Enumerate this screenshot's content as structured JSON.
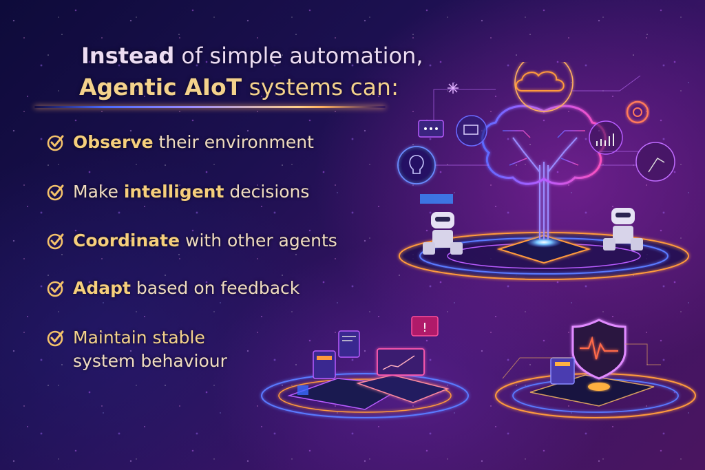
{
  "heading": {
    "line1_bold": "Instead",
    "line1_rest": " of simple automation,",
    "line2_bold": "Agentic AIoT",
    "line2_rest": " systems can:"
  },
  "capabilities": [
    {
      "bold": "Observe",
      "rest": " their environment",
      "icon": "check-circle-icon"
    },
    {
      "pre": "Make ",
      "bold": "intelligent",
      "rest": " decisions",
      "icon": "check-circle-icon"
    },
    {
      "bold": "Coordinate",
      "rest": " with other agents",
      "icon": "check-circle-icon"
    },
    {
      "bold": "Adapt",
      "rest": " based on feedback",
      "icon": "check-circle-icon"
    },
    {
      "pre": "Maintain stable",
      "line2": "system behaviour",
      "icon": "check-circle-icon"
    }
  ],
  "illustrations": {
    "top_right": {
      "subject": "circuit-brain tree on chip platform with two robots",
      "icons": [
        "cloud-icon",
        "chat-dots-icon",
        "monitor-icon",
        "lightbulb-icon",
        "gear-icon",
        "bar-chart-icon",
        "robot-arm-icon",
        "sparkle-icon"
      ]
    },
    "bottom_center": {
      "subject": "devices platform with tablets and trend chart",
      "icons": [
        "tablet-icon",
        "document-icon",
        "alert-bubble-icon",
        "line-chart-monitor-icon"
      ]
    },
    "bottom_right": {
      "subject": "shield with heartbeat on circuit board",
      "icons": [
        "shield-heartbeat-icon",
        "calculator-device-icon"
      ]
    }
  },
  "colors": {
    "heading_white": "#ecdcf2",
    "gold": "#f4d28c",
    "accent_purple": "#b14cff",
    "accent_pink": "#ff4fd0",
    "accent_orange": "#ff9a3c",
    "accent_blue": "#4a6aff",
    "bg_dark": "#140d45"
  }
}
